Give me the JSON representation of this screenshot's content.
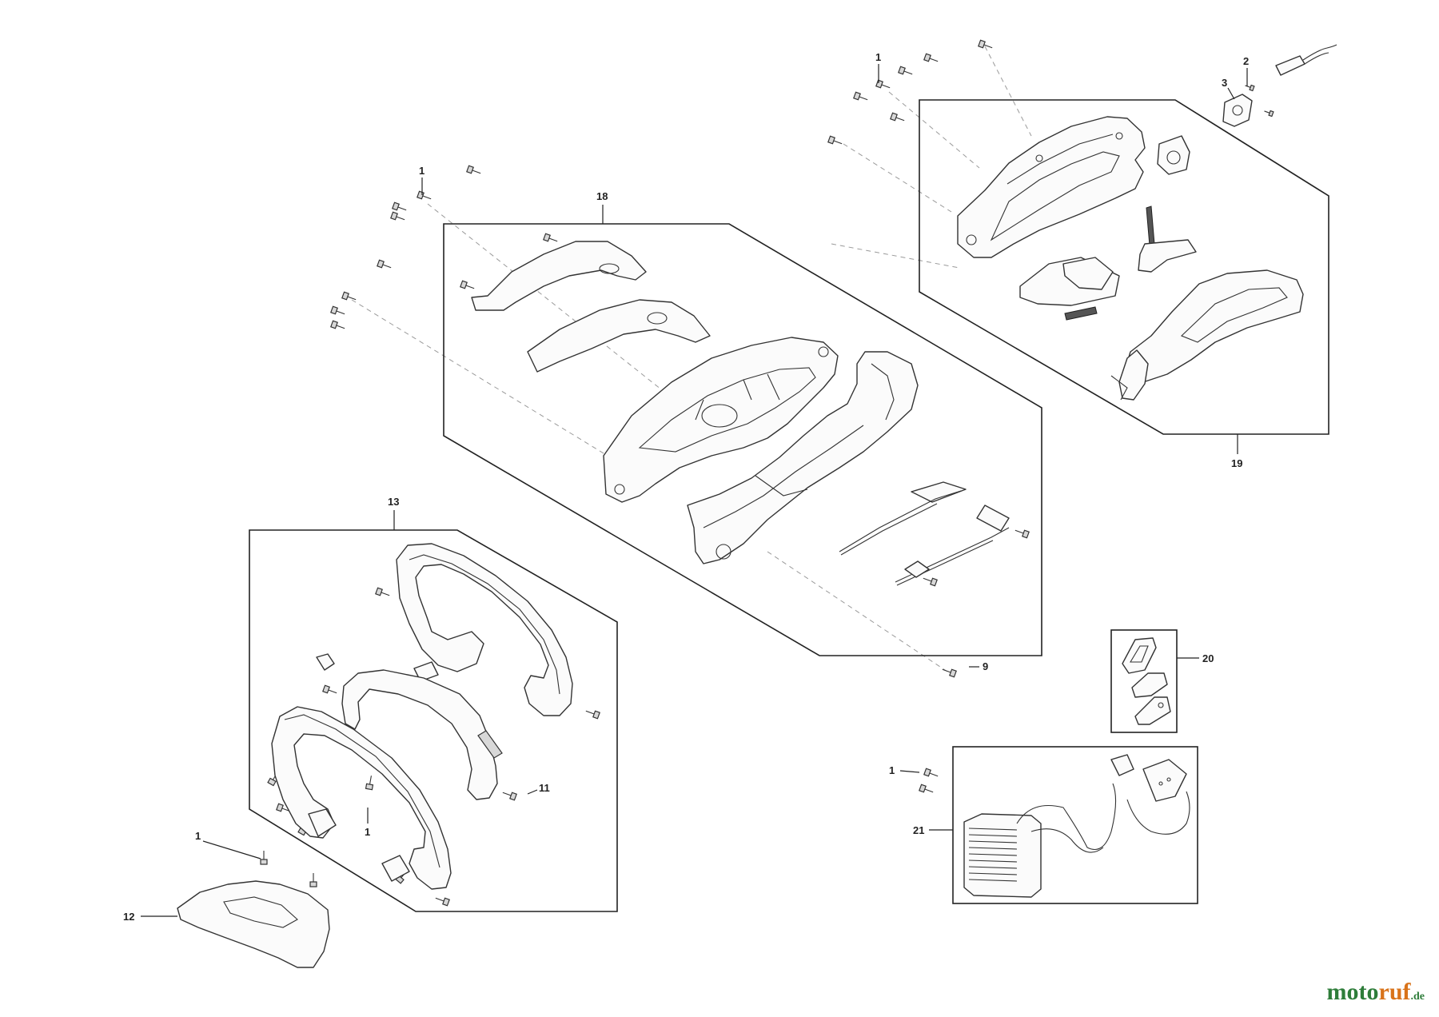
{
  "labels": {
    "l1_top": "1",
    "l2": "2",
    "l3": "3",
    "l1_mid": "1",
    "l18": "18",
    "l19": "19",
    "l13": "13",
    "l9": "9",
    "l20": "20",
    "l1_right": "1",
    "l21": "21",
    "l11": "11",
    "l1_handle": "1",
    "l1_bottom": "1",
    "l12": "12"
  },
  "watermark": {
    "part1": "moto",
    "part2": "ruf",
    "part3": ".de"
  }
}
